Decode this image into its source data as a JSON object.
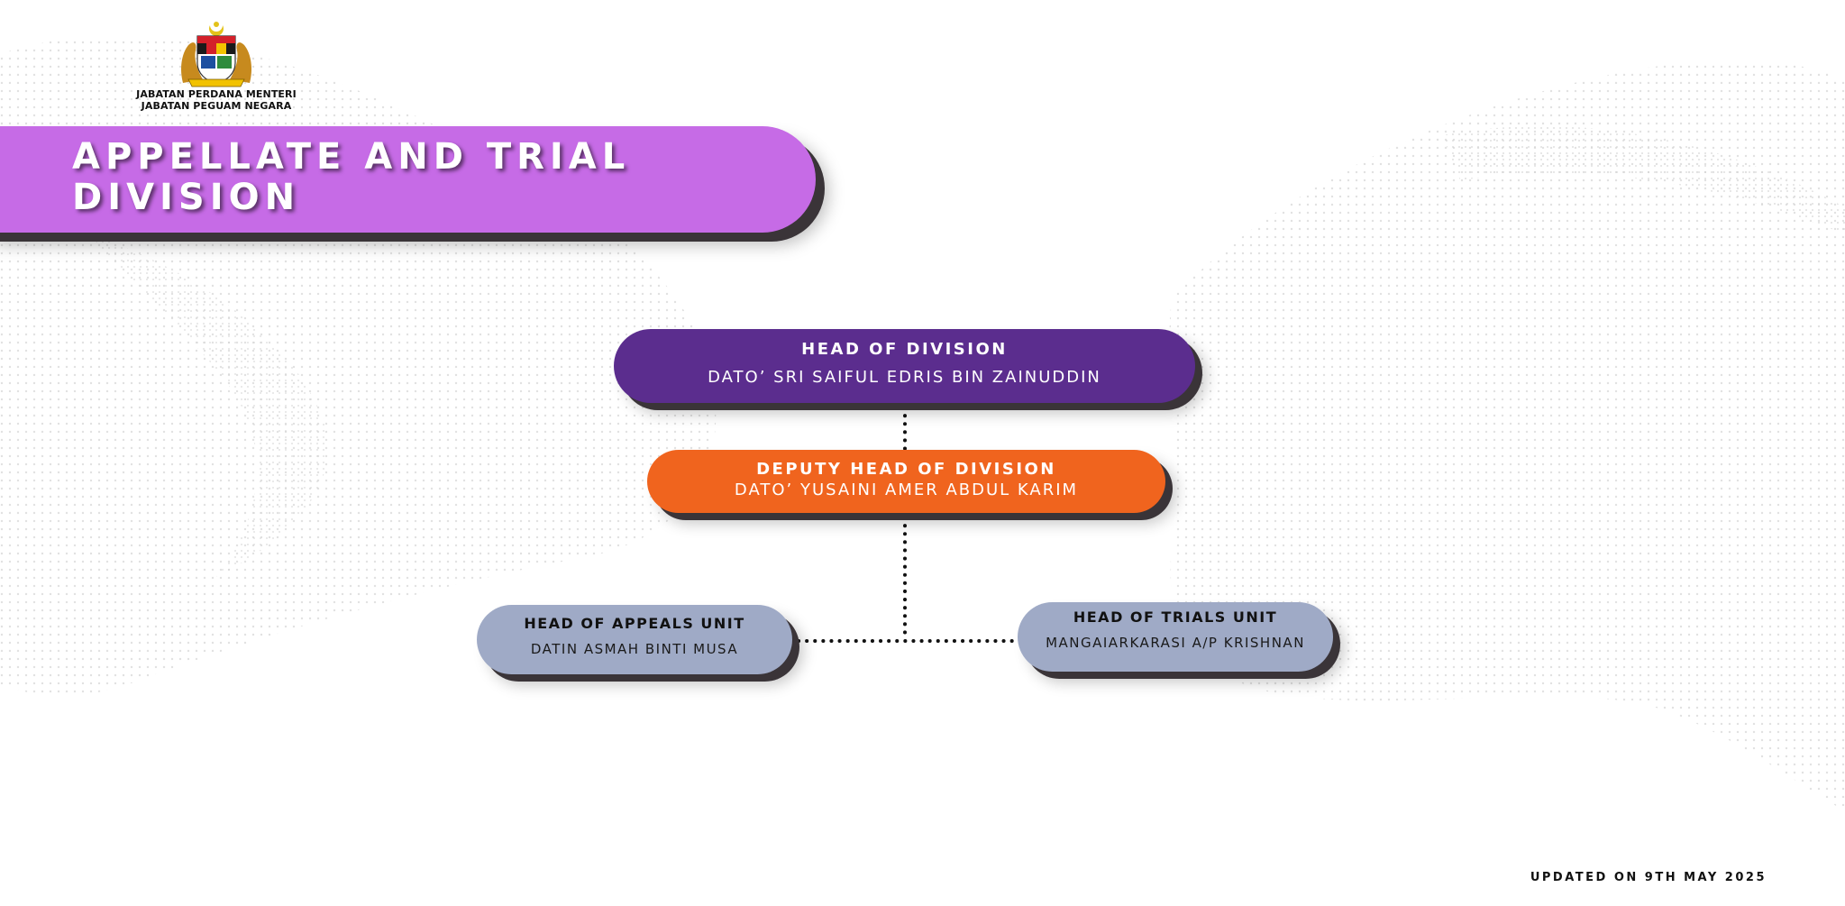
{
  "header": {
    "agency_line_1": "JABATAN PERDANA MENTERI",
    "agency_line_2": "JABATAN PEGUAM NEGARA"
  },
  "title": "APPELLATE AND TRIAL DIVISION",
  "org_chart": {
    "head": {
      "role": "HEAD OF DIVISION",
      "name": "DATO’ SRI SAIFUL EDRIS BIN ZAINUDDIN",
      "color": "#5b2d8e"
    },
    "deputy": {
      "role": "DEPUTY HEAD OF DIVISION",
      "name": "DATO’ YUSAINI AMER ABDUL KARIM",
      "color": "#f0641e"
    },
    "appeals_unit": {
      "role": "HEAD OF APPEALS UNIT",
      "name": "DATIN ASMAH BINTI MUSA",
      "color": "#9faac6"
    },
    "trials_unit": {
      "role": "HEAD OF TRIALS UNIT",
      "name": "MANGAIARKARASI A/P KRISHNAN",
      "color": "#9faac6"
    }
  },
  "footer": {
    "updated": "UPDATED ON 9TH MAY 2025"
  },
  "colors": {
    "title_banner": "#c66be6",
    "shadow": "#3a3438"
  }
}
